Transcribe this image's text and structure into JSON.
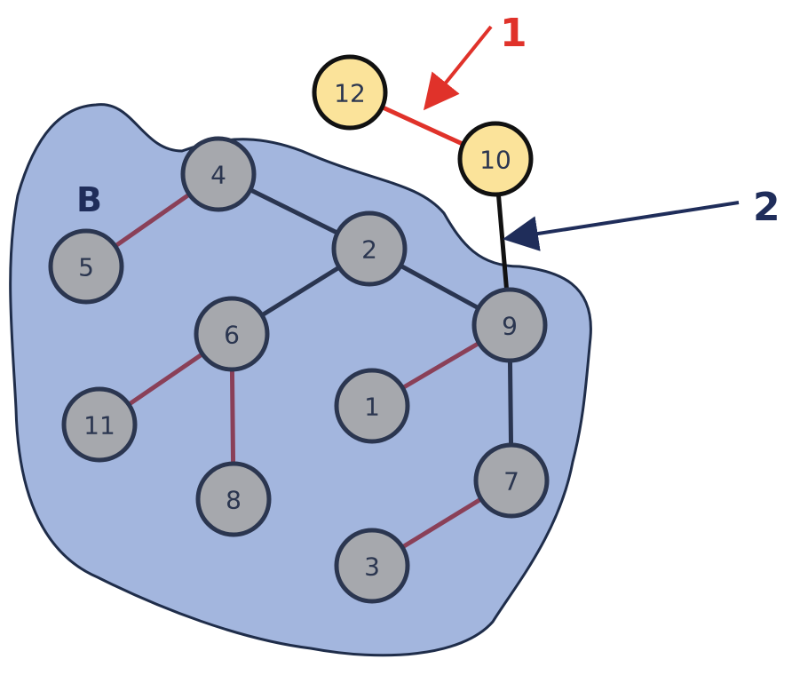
{
  "region": {
    "label": "B",
    "fill": "#a3b6de",
    "stroke": "#1f2d4a"
  },
  "colors": {
    "tree_edge": "#2a3550",
    "leaf_edge": "#8a4058",
    "gray_node_fill": "#a6a8ad",
    "gray_node_stroke": "#2b3650",
    "yellow_node_fill": "#fbe39a",
    "yellow_node_stroke": "#111111",
    "highlight_edge": "#e0322a",
    "black_edge": "#111111"
  },
  "nodes": [
    {
      "id": "12",
      "label": "12",
      "color": "yellow"
    },
    {
      "id": "10",
      "label": "10",
      "color": "yellow"
    },
    {
      "id": "4",
      "label": "4",
      "color": "gray"
    },
    {
      "id": "5",
      "label": "5",
      "color": "gray"
    },
    {
      "id": "2",
      "label": "2",
      "color": "gray"
    },
    {
      "id": "6",
      "label": "6",
      "color": "gray"
    },
    {
      "id": "9",
      "label": "9",
      "color": "gray"
    },
    {
      "id": "11",
      "label": "11",
      "color": "gray"
    },
    {
      "id": "1",
      "label": "1",
      "color": "gray"
    },
    {
      "id": "8",
      "label": "8",
      "color": "gray"
    },
    {
      "id": "7",
      "label": "7",
      "color": "gray"
    },
    {
      "id": "3",
      "label": "3",
      "color": "gray"
    }
  ],
  "edges": [
    {
      "from": "12",
      "to": "10",
      "kind": "highlight"
    },
    {
      "from": "10",
      "to": "9",
      "kind": "black"
    },
    {
      "from": "4",
      "to": "5",
      "kind": "leaf"
    },
    {
      "from": "4",
      "to": "2",
      "kind": "tree"
    },
    {
      "from": "2",
      "to": "6",
      "kind": "tree"
    },
    {
      "from": "2",
      "to": "9",
      "kind": "tree"
    },
    {
      "from": "6",
      "to": "11",
      "kind": "leaf"
    },
    {
      "from": "6",
      "to": "8",
      "kind": "leaf"
    },
    {
      "from": "9",
      "to": "1",
      "kind": "leaf"
    },
    {
      "from": "9",
      "to": "7",
      "kind": "tree"
    },
    {
      "from": "7",
      "to": "3",
      "kind": "leaf"
    }
  ],
  "callouts": [
    {
      "label": "1",
      "color": "#e0322a",
      "points_to": "edge 12-10"
    },
    {
      "label": "2",
      "color": "#1f2d5a",
      "points_to": "edge 10-9"
    }
  ]
}
